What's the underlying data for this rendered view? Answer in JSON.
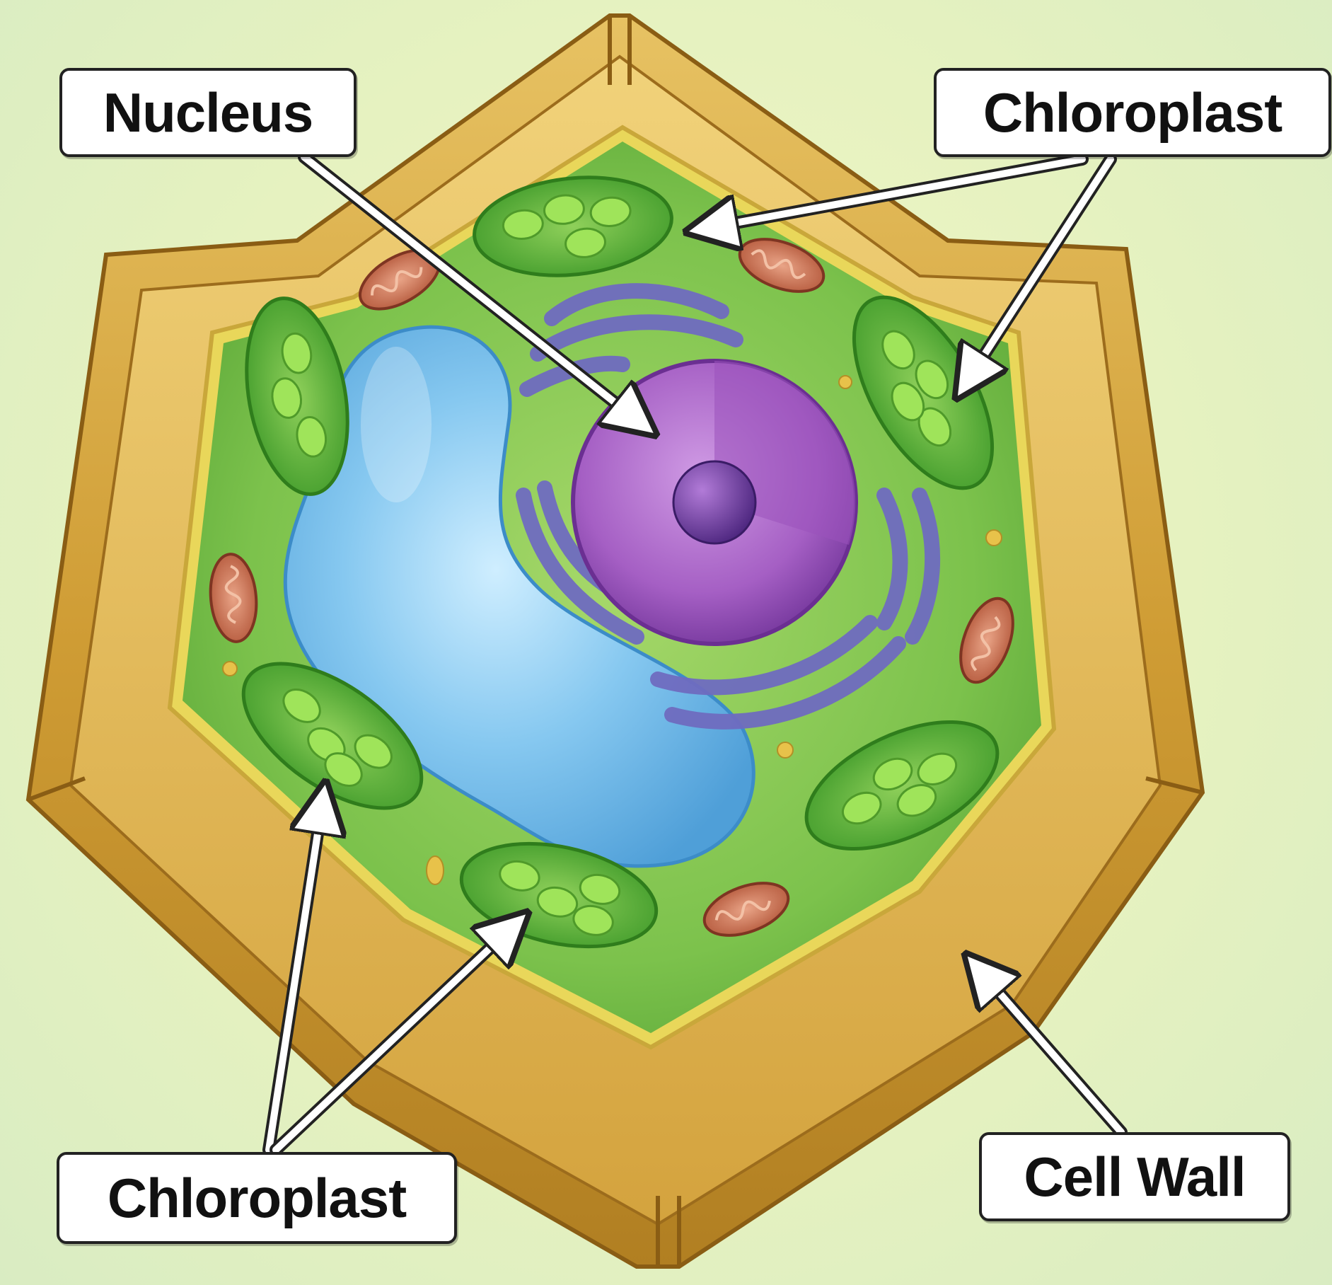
{
  "labels": {
    "nucleus": "Nucleus",
    "chloroplast_top": "Chloroplast",
    "chloroplast_bottom": "Chloroplast",
    "cell_wall": "Cell Wall"
  },
  "colors": {
    "cell_wall": "#c8962e",
    "cell_wall_light": "#e3bb55",
    "cytoplasm": "#7cc24c",
    "vacuole": "#6fb8e8",
    "nucleus": "#a55fc4",
    "nucleolus": "#6a3a9c",
    "er": "#7a78c8",
    "chloroplast": "#5fb83c",
    "thylakoid": "#8ee04a",
    "mitochondrion": "#c86a4e"
  }
}
